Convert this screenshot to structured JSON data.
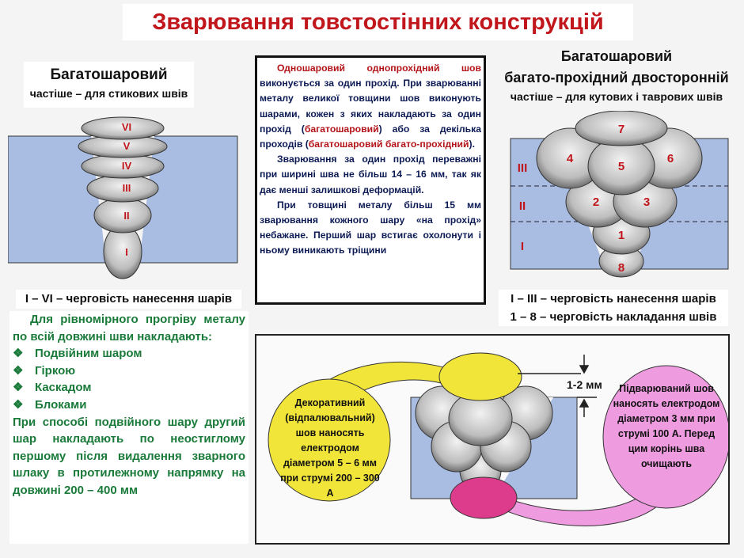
{
  "title": "Зварювання товстостінних конструкцій",
  "left": {
    "heading": "Багатошаровий",
    "subheading": "частіше – для стикових швів",
    "layer_labels": [
      "VI",
      "V",
      "IV",
      "III",
      "II",
      "I"
    ],
    "caption": "I – VI – черговість нанесення шарів"
  },
  "right": {
    "heading1": "Багатошаровий",
    "heading2": "багато-прохідний двосторонній",
    "subheading": "частіше – для кутових і таврових швів",
    "bead_labels": [
      "7",
      "4",
      "5",
      "6",
      "2",
      "3",
      "1",
      "8"
    ],
    "layer_labels": [
      "III",
      "II",
      "I"
    ],
    "caption1": "I – III – черговість нанесення шарів",
    "caption2": "1 – 8 – черговість накладання швів"
  },
  "center": {
    "p1_red": "Одношаровий однопрохідний шов",
    "p1_a": " виконується за один прохід. При зварюванні металу великої товщини шов виконують шарами, кожен з яких накладають за один прохід (",
    "p1_red2": "багатошаровий",
    "p1_b": ") або за декілька проходів (",
    "p1_red3": "багатошаровий багато-прохідний",
    "p1_c": ").",
    "p2": "Зварювання за один прохід переважні при ширині шва не більш 14 – 16 мм, так як дає менші залишкові деформацій.",
    "p3": "При товщині металу більш 15 мм зварювання кожного шару «на прохід» небажане. Перший шар встигає охолонути і ньому виникають тріщини"
  },
  "green": {
    "intro": "Для рівномірного прогріву металу по всій довжині шви накладають:",
    "bullet_icon": "diamond-dots-icon",
    "items": [
      "Подвійним шаром",
      "Гіркою",
      "Каскадом",
      "Блоками"
    ],
    "outro": "При способі подвійного шару другий шар накладають по неостиглому першому після видалення зварного шлаку в протилежному напрямку на довжині 200 – 400 мм"
  },
  "bottom": {
    "dimension": "1-2 мм",
    "yellow_text": "Декоративний (відпалювальний) шов наносять електродом діаметром 5 – 6 мм при струмі 200 – 300 А",
    "pink_text": "Підварюваний шов наносять електродом діаметром 3 мм при струмі 100 А. Перед цим корінь шва очищають",
    "colors": {
      "yellow": "#f2e53a",
      "pink": "#ee9be0",
      "plate": "#a9bde3",
      "bead": "#9a9a9a",
      "root": "#dd3c8c"
    }
  }
}
